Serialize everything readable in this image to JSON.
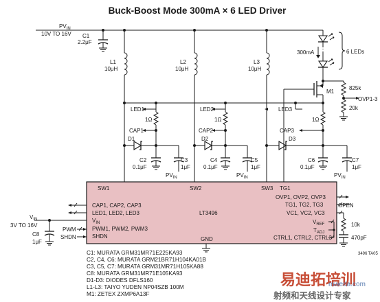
{
  "title": "Buck-Boost Mode 300mA × 6 LED Driver",
  "ic": {
    "name": "LT3496",
    "pins": {
      "sw1": "SW1",
      "sw2": "SW2",
      "sw3": "SW3",
      "tg1": "TG1",
      "cap": "CAP1, CAP2, CAP3",
      "led": "LED1, LED2, LED3",
      "vin": "V",
      "vin_sub": "IN",
      "pwm": "PWM1, PWM2, PWM3",
      "shdn": "SHDN",
      "gnd": "GND",
      "ovp": "OVP1, OVP2, OVP3",
      "tg": "TG1, TG2, TG3",
      "vc": "VC1, VC2, VC3",
      "vref": "V",
      "vref_sub": "REF",
      "tadj": "T",
      "tadj_sub": "ADJ",
      "ctrl": "CTRL1, CTRL2, CTRL3"
    }
  },
  "labels": {
    "pvin": "PV",
    "pvin_sub": "IN",
    "pvin_range": "10V TO 16V",
    "c1": "C1",
    "c1_val": "2.2μF",
    "l1": "L1",
    "l2": "L2",
    "l3": "L3",
    "l_val": "10μH",
    "led1": "LED1",
    "led2": "LED2",
    "led3": "LED3",
    "res_1ohm": "1Ω",
    "cap1": "CAP1",
    "cap2": "CAP2",
    "cap3": "CAP3",
    "d1": "D1",
    "d2": "D2",
    "d3": "D3",
    "c2": "C2",
    "c4": "C4",
    "c6": "C6",
    "c_bottom_val": "0.1μF",
    "c3": "C3",
    "c5": "C5",
    "c7": "C7",
    "c_top_val": "1μF",
    "pvin_small": "PV",
    "pvin_small_sub": "IN",
    "m1": "M1",
    "r825k": "825k",
    "r20k": "20k",
    "ovp13": "OVP1-3",
    "current": "300mA",
    "leds": "6 LEDs",
    "open": "OPEN",
    "r10k": "10k",
    "c470p": "470pF",
    "vin": "V",
    "vin_sub": "IN",
    "vin_range": "3V TO 16V",
    "c8": "C8",
    "c8_val": "1μF",
    "pwm": "PWM",
    "shdn": "SHDN",
    "figcode": "3496 TA05"
  },
  "bom": [
    "C1: MURATA GRM31MR71E225KA93",
    "C2, C4, C6: MURATA GRM21BR71H104KA01B",
    "C3, C5, C7: MURATA GRM31MR71H105KA88",
    "C8: MURATA GRM31MR71E105KA93",
    "D1-D3: DIODES DFLS160",
    "L1-L3: TAIYO YUDEN NP04SZB 100M",
    "M1: ZETEX ZXMP6A13F"
  ],
  "watermark": {
    "cn_main": "易迪拓培训",
    "cn_sub": "射频和天线设计专家",
    "url": "mweda.com"
  }
}
